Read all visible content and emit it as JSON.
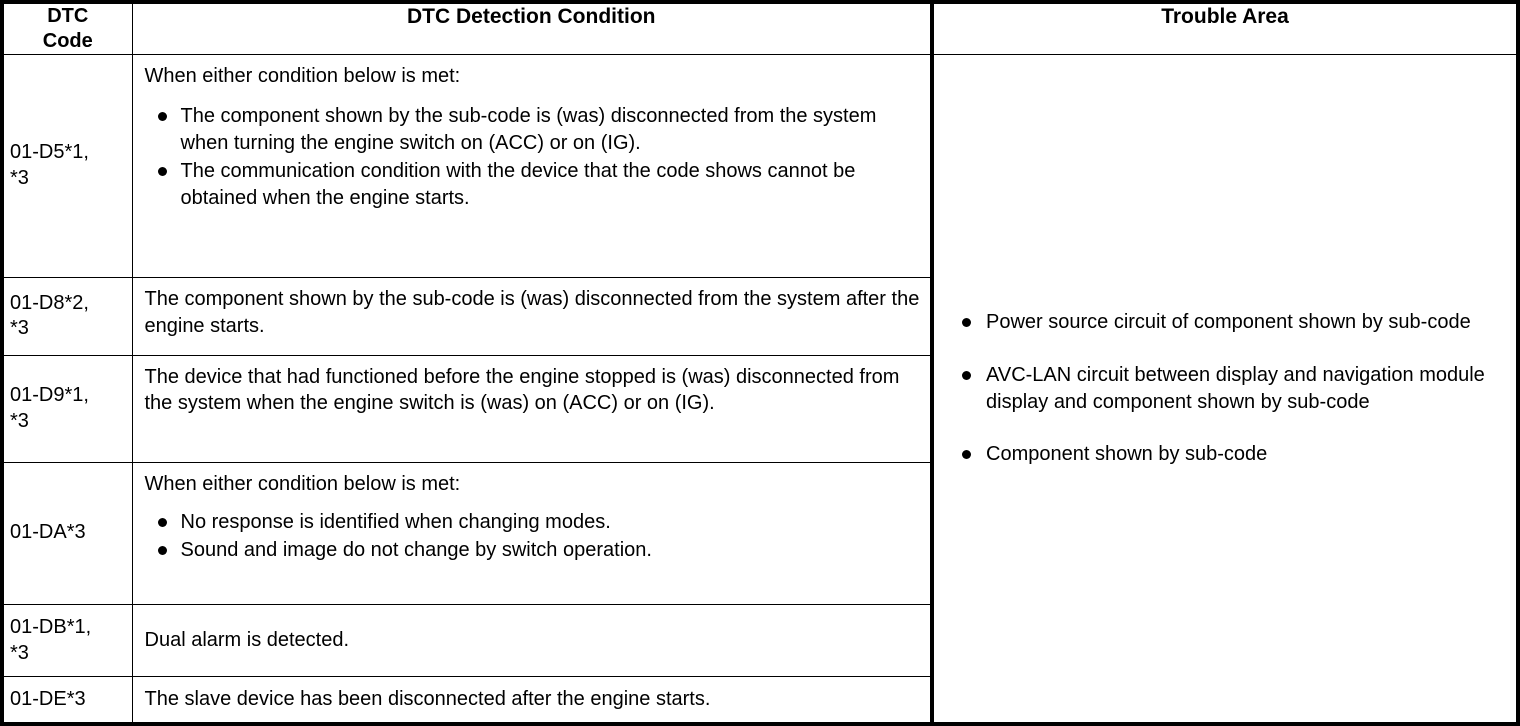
{
  "table": {
    "headers": {
      "code": "DTC\nCode",
      "condition": "DTC Detection Condition",
      "trouble": "Trouble Area"
    },
    "rows": [
      {
        "code": "01-D5*1,\n*3",
        "lead": "When either condition below is met:",
        "bullets": [
          "The component shown by the sub-code is (was) disconnected from the system when turning the engine switch on (ACC) or on (IG).",
          "The communication condition with the device that the code shows cannot be obtained when the engine starts."
        ]
      },
      {
        "code": "01-D8*2,\n*3",
        "lead": "The component shown by the sub-code is (was) disconnected from the system after the engine starts.",
        "bullets": []
      },
      {
        "code": "01-D9*1,\n*3",
        "lead": "The device that had functioned before the engine stopped is (was) disconnected from the system when the engine switch is (was) on (ACC) or on (IG).",
        "bullets": []
      },
      {
        "code": "01-DA*3",
        "lead": "When either condition below is met:",
        "bullets": [
          "No response is identified when changing modes.",
          "Sound and image do not change by switch operation."
        ]
      },
      {
        "code": "01-DB*1,\n*3",
        "lead": "Dual alarm is detected.",
        "bullets": []
      },
      {
        "code": "01-DE*3",
        "lead": "The slave device has been disconnected after the engine starts.",
        "bullets": []
      }
    ],
    "trouble_area": {
      "items": [
        "Power source circuit of component shown by sub-code",
        "AVC-LAN circuit between display and navigation module display and component shown by sub-code",
        "Component shown by sub-code"
      ]
    }
  },
  "colors": {
    "border": "#000000",
    "text": "#000000",
    "background": "#ffffff"
  }
}
